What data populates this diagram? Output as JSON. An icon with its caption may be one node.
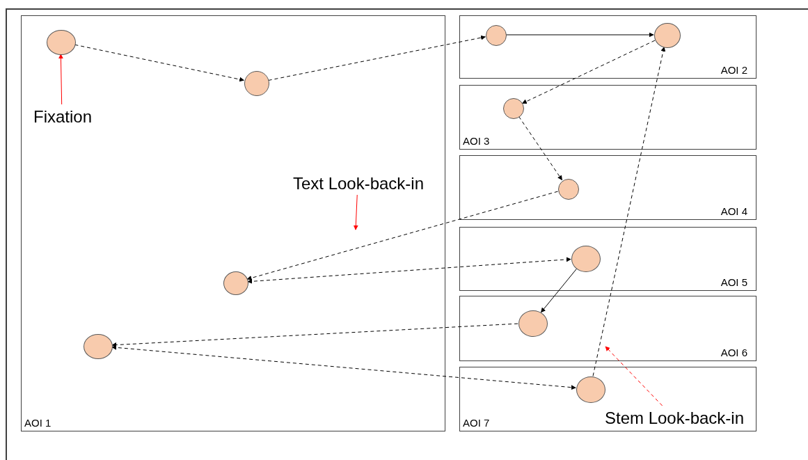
{
  "diagram": {
    "nodes": [
      {
        "text": [
          "AOI 1"
        ]
      },
      {
        "text": [],
        "shape": "circle",
        "in": 0
      },
      {
        "text": [],
        "shape": "circle",
        "in": 0
      },
      {
        "text": [],
        "shape": "circle",
        "in": 0
      },
      {
        "text": [],
        "shape": "circle",
        "in": 0
      },
      {
        "text": [
          "Fixation"
        ],
        "in": 0
      },
      {
        "text": [
          "Text Look-back-in"
        ],
        "in": 0
      },
      {
        "text": [
          "AOI 2"
        ]
      },
      {
        "text": [],
        "shape": "circle",
        "in": 7
      },
      {
        "text": [],
        "shape": "circle",
        "in": 7
      },
      {
        "text": [
          "AOI 3"
        ]
      },
      {
        "text": [],
        "shape": "circle",
        "in": 10
      },
      {
        "text": [
          "AOI 4"
        ]
      },
      {
        "text": [],
        "shape": "circle",
        "in": 12
      },
      {
        "text": [
          "AOI 5"
        ]
      },
      {
        "text": [],
        "shape": "circle",
        "in": 14
      },
      {
        "text": [
          "AOI 6"
        ]
      },
      {
        "text": [],
        "shape": "circle",
        "in": 16
      },
      {
        "text": [
          "AOI 7"
        ]
      },
      {
        "text": [],
        "shape": "circle",
        "in": 18
      },
      {
        "text": [
          "Stem Look-back-in"
        ],
        "in": 18
      }
    ],
    "edges": [
      {
        "from": 1,
        "to": 2,
        "arrow": "to",
        "style": "dashed"
      },
      {
        "from": 2,
        "to": 8,
        "arrow": "to",
        "style": "dashed"
      },
      {
        "from": 8,
        "to": 9,
        "arrow": "to"
      },
      {
        "from": 9,
        "to": 11,
        "arrow": "to",
        "style": "dashed"
      },
      {
        "from": 11,
        "to": 13,
        "arrow": "to",
        "style": "dashed"
      },
      {
        "from": 13,
        "to": 3,
        "arrow": "to",
        "style": "dashed"
      },
      {
        "from": 3,
        "to": 15,
        "arrow": "both",
        "style": "dashed"
      },
      {
        "from": 15,
        "to": 17,
        "arrow": "to"
      },
      {
        "from": 17,
        "to": 4,
        "arrow": "to",
        "style": "dashed"
      },
      {
        "from": 4,
        "to": 19,
        "arrow": "both",
        "style": "dashed"
      },
      {
        "from": 19,
        "to": 9,
        "arrow": "to",
        "style": "dashed"
      },
      {
        "from": 5,
        "to": 1,
        "arrow": "to",
        "color": "#ff0000"
      },
      {
        "from": 6,
        "to": null,
        "arrow": "to",
        "color": "#ff0000"
      },
      {
        "from": 20,
        "to": 16,
        "arrow": "to",
        "color": "#ff0000",
        "style": "dashed"
      }
    ]
  }
}
